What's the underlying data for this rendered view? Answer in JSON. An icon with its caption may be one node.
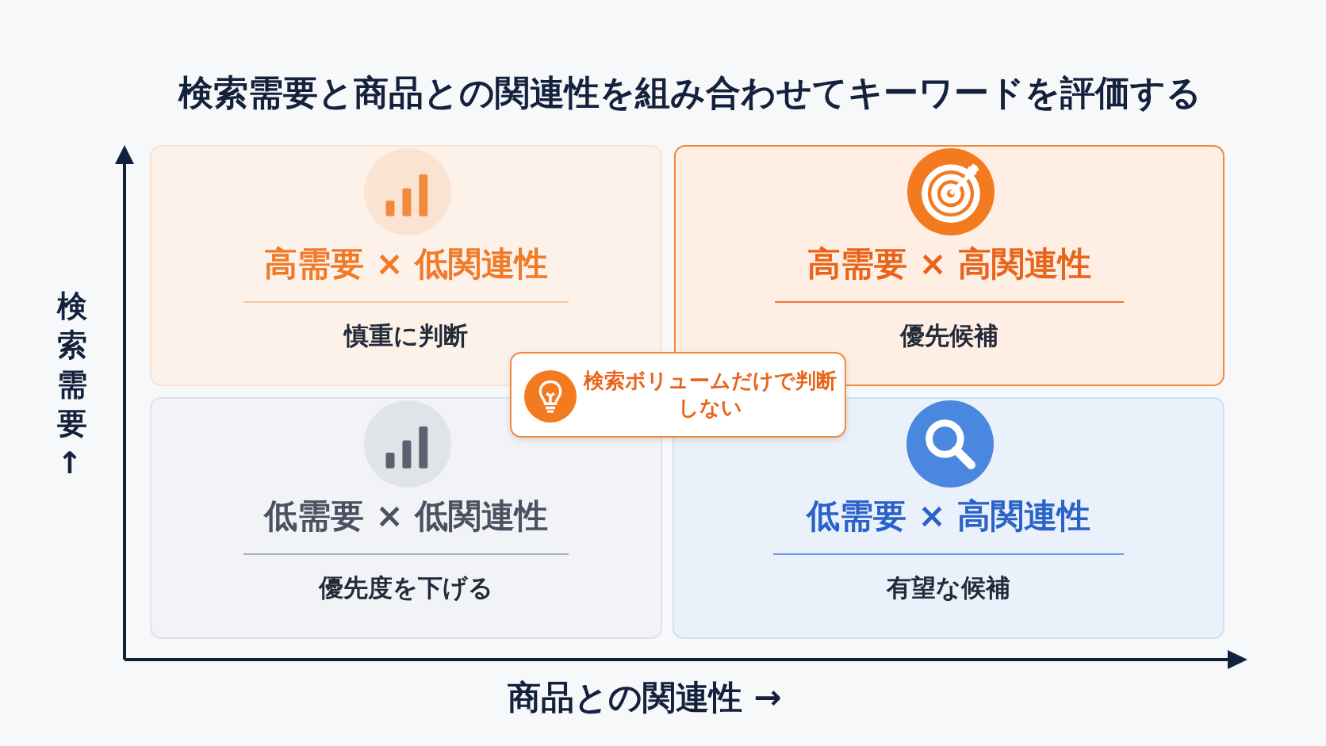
{
  "diagram": {
    "title": "検索需要と商品との関連性を組み合わせてキーワードを評価する",
    "nodes": [
      {
        "text": [
          "高需要 × 低関連性",
          "慎重に判断"
        ]
      },
      {
        "text": [
          "高需要 × 高関連性",
          "優先候補"
        ]
      },
      {
        "text": [
          "低需要 × 低関連性",
          "優先度を下げる"
        ]
      },
      {
        "text": [
          "低需要 × 高関連性",
          "有望な候補"
        ]
      },
      {
        "text": [
          "検索ボリュームだけで判断しない"
        ]
      }
    ],
    "labels": [
      "検索需要↑",
      "商品との関連性 →"
    ]
  }
}
